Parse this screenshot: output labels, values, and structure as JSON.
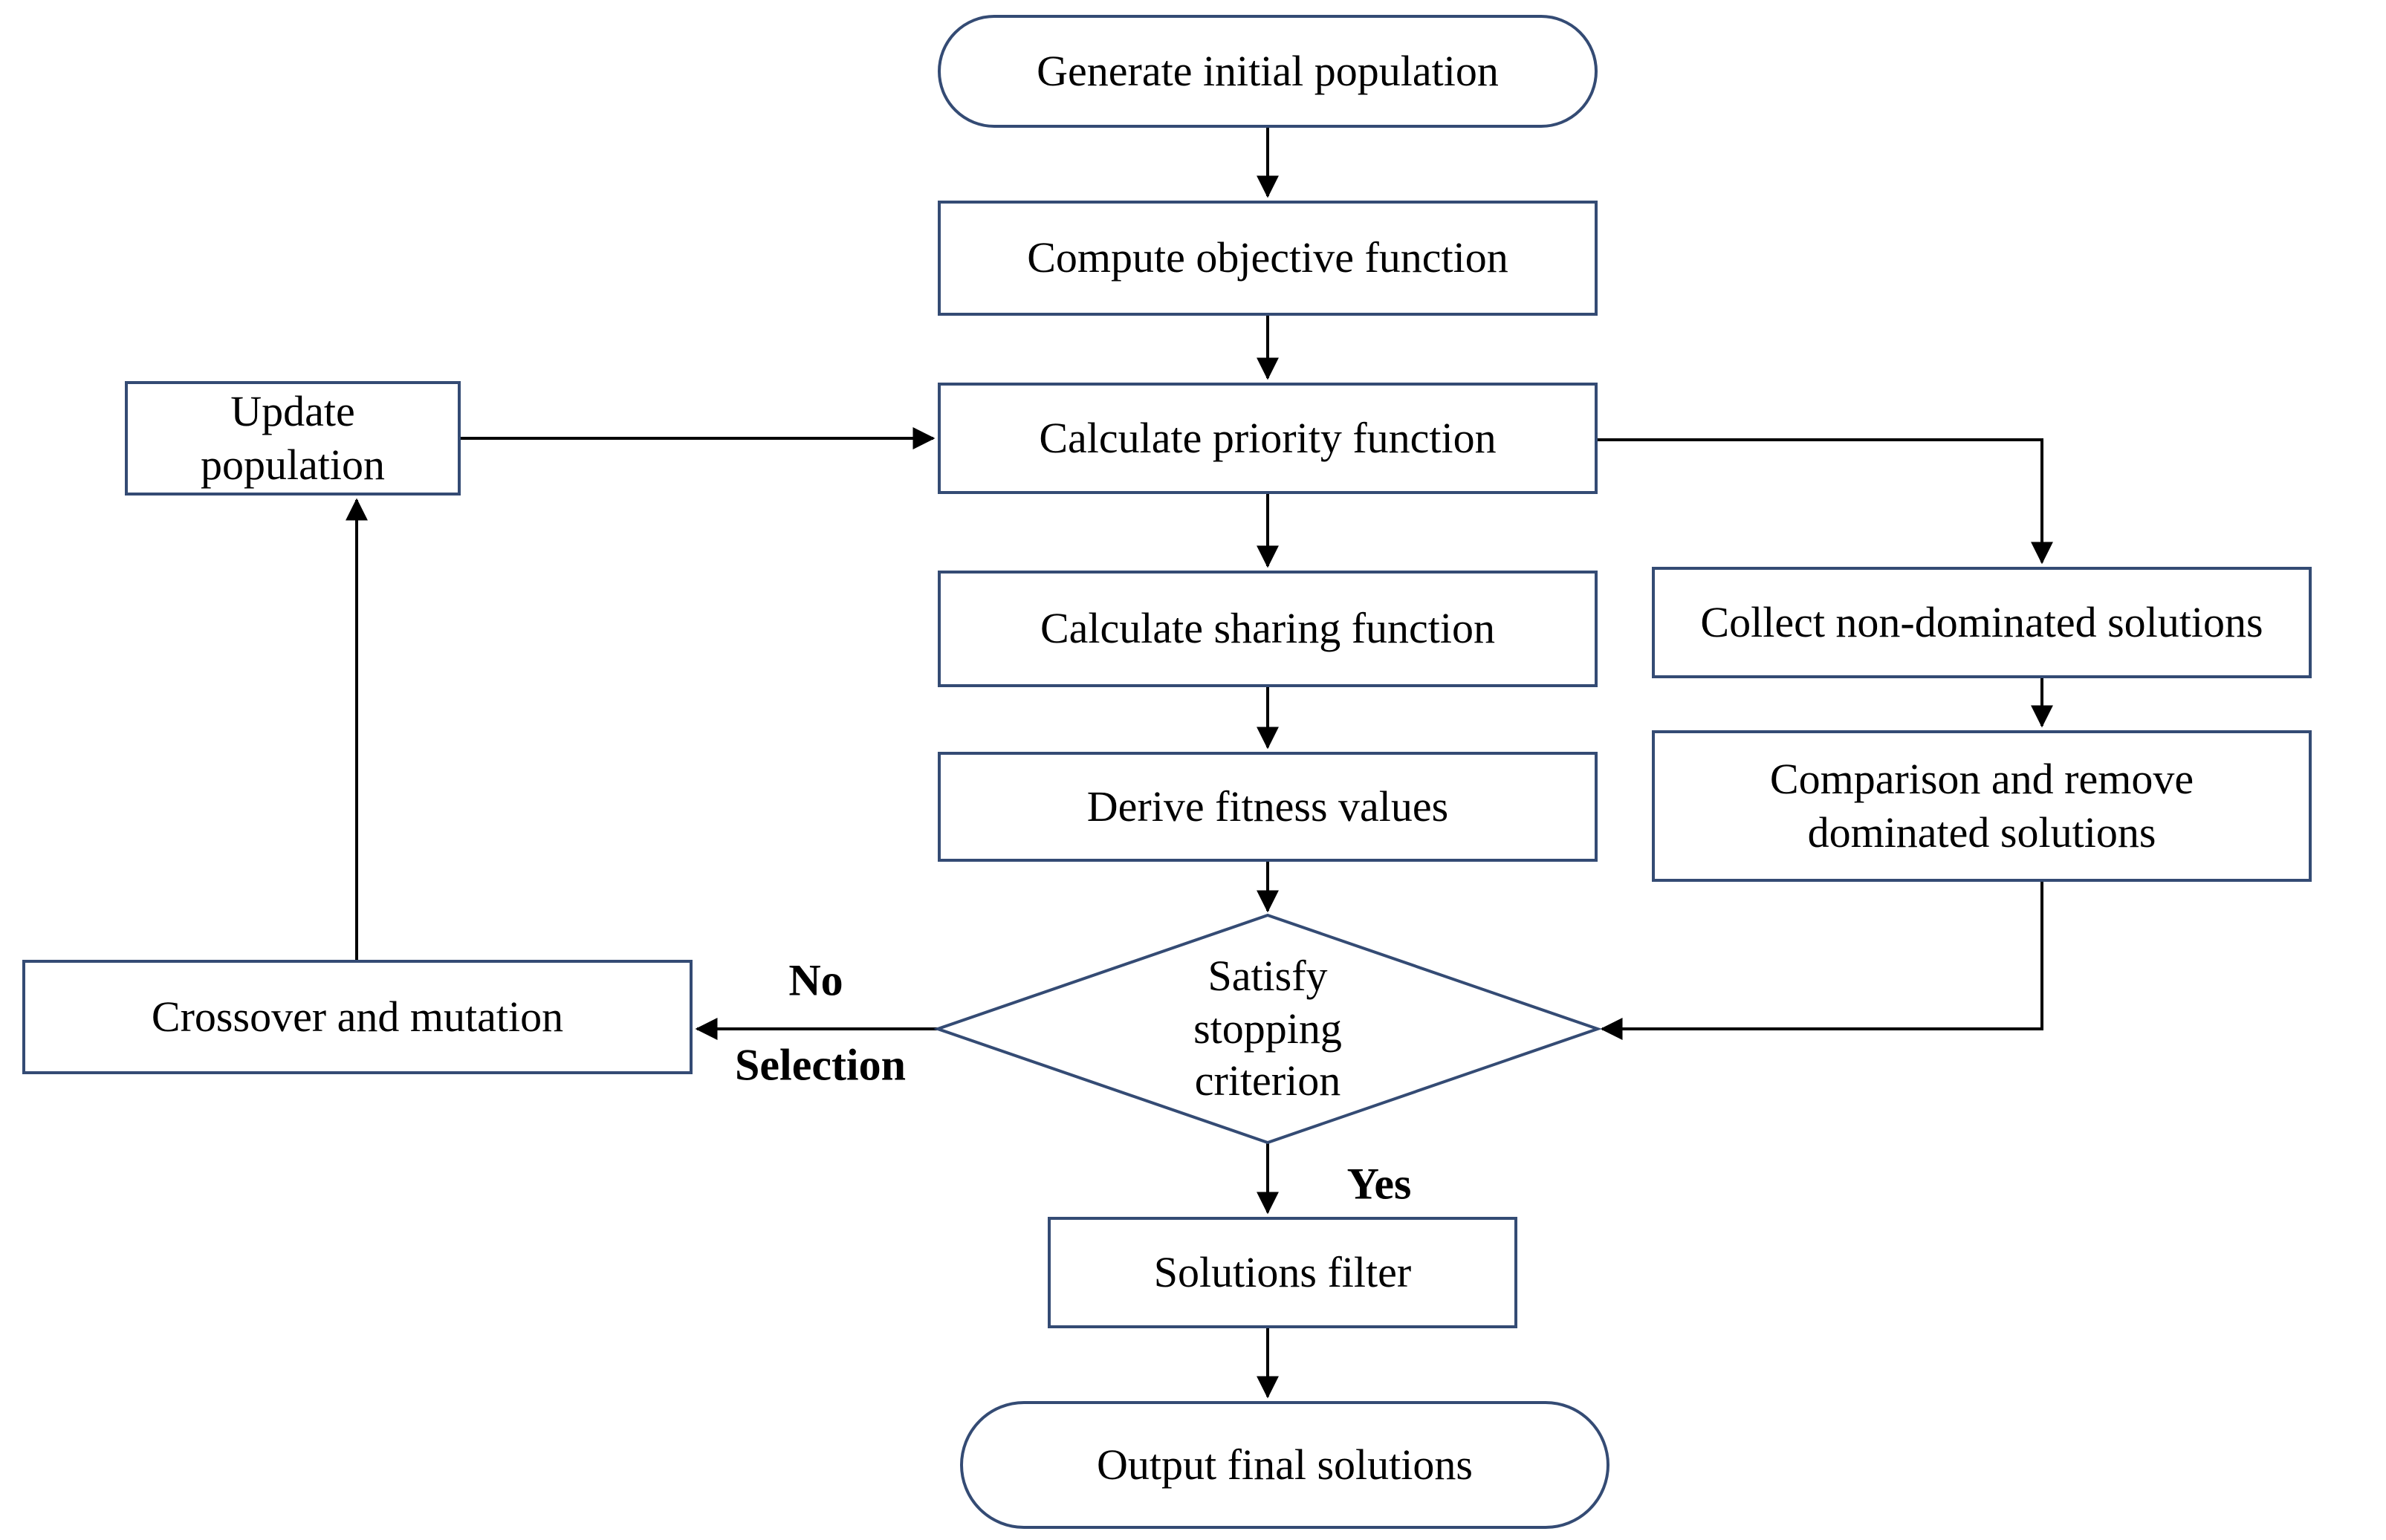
{
  "diagram": {
    "type": "flowchart",
    "description": "Multi-objective genetic algorithm flowchart"
  },
  "colors": {
    "border": "#344b74",
    "line": "#000000",
    "text": "#000000",
    "bg": "#ffffff"
  },
  "nodes": {
    "start": {
      "shape": "stadium",
      "label": "Generate initial population"
    },
    "compute": {
      "shape": "rect",
      "label": "Compute objective function"
    },
    "priority": {
      "shape": "rect",
      "label": "Calculate priority function"
    },
    "sharing": {
      "shape": "rect",
      "label": "Calculate sharing function"
    },
    "fitness": {
      "shape": "rect",
      "label": "Derive fitness values"
    },
    "decision": {
      "shape": "diamond",
      "label": "Satisfy stopping criterion",
      "lines": [
        "Satisfy",
        "stopping",
        "criterion"
      ]
    },
    "filter": {
      "shape": "rect",
      "label": "Solutions filter"
    },
    "end": {
      "shape": "stadium",
      "label": "Output final solutions"
    },
    "update": {
      "shape": "rect",
      "label": "Update population"
    },
    "crossover": {
      "shape": "rect",
      "label": "Crossover and mutation"
    },
    "collect": {
      "shape": "rect",
      "label": "Collect non-dominated solutions"
    },
    "compare": {
      "shape": "rect",
      "label": "Comparison and remove dominated solutions",
      "lines": [
        "Comparison and remove",
        "dominated solutions"
      ]
    }
  },
  "edge_labels": {
    "no": "No",
    "selection": "Selection",
    "yes": "Yes"
  },
  "edges": [
    {
      "from": "start",
      "to": "compute"
    },
    {
      "from": "compute",
      "to": "priority"
    },
    {
      "from": "priority",
      "to": "sharing"
    },
    {
      "from": "sharing",
      "to": "fitness"
    },
    {
      "from": "fitness",
      "to": "decision"
    },
    {
      "from": "priority",
      "to": "collect"
    },
    {
      "from": "collect",
      "to": "compare"
    },
    {
      "from": "compare",
      "to": "decision"
    },
    {
      "from": "decision",
      "to": "crossover",
      "label": "No / Selection"
    },
    {
      "from": "crossover",
      "to": "update"
    },
    {
      "from": "update",
      "to": "priority"
    },
    {
      "from": "decision",
      "to": "filter",
      "label": "Yes"
    },
    {
      "from": "filter",
      "to": "end"
    }
  ]
}
